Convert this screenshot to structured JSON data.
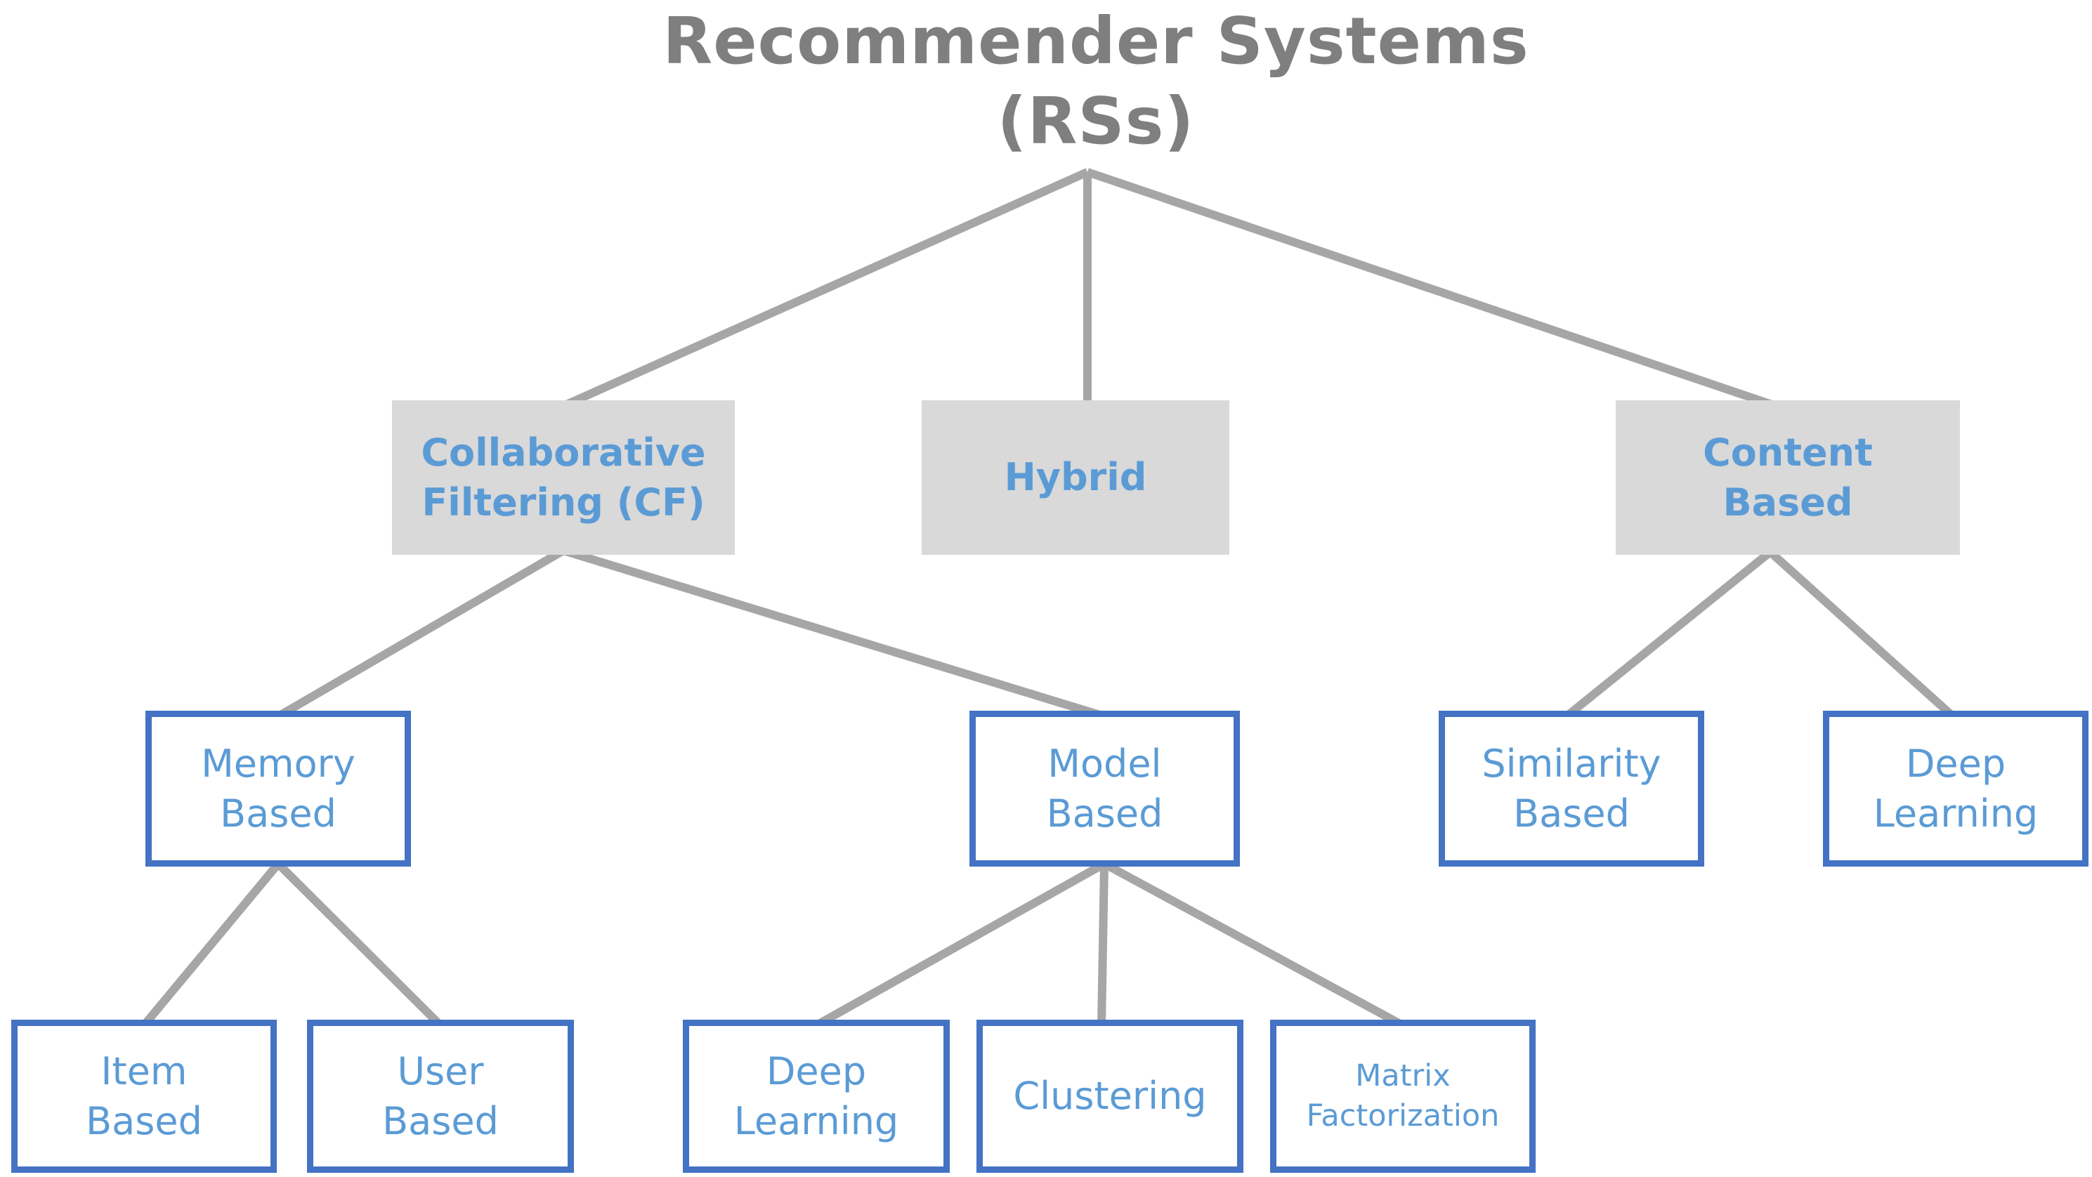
{
  "colors": {
    "background": "#ffffff",
    "title": "#7f7f7f",
    "edge": "#a6a6a6",
    "box_fill": "#d9d9d9",
    "box_text": "#5b9bd5",
    "box_border": "#4472c4"
  },
  "title": "Recommender Systems\n(RSs)",
  "nodes": {
    "collaborative": {
      "label": "Collaborative\nFiltering (CF)"
    },
    "hybrid": {
      "label": "Hybrid"
    },
    "content": {
      "label": "Content\nBased"
    },
    "memory": {
      "label": "Memory\nBased"
    },
    "model": {
      "label": "Model\nBased"
    },
    "similarity": {
      "label": "Similarity\nBased"
    },
    "content_deep_learning": {
      "label": "Deep\nLearning"
    },
    "item": {
      "label": "Item\nBased"
    },
    "user": {
      "label": "User\nBased"
    },
    "model_deep_learning": {
      "label": "Deep\nLearning"
    },
    "clustering": {
      "label": "Clustering"
    },
    "matrix_factorization": {
      "label": "Matrix\nFactorization"
    }
  }
}
